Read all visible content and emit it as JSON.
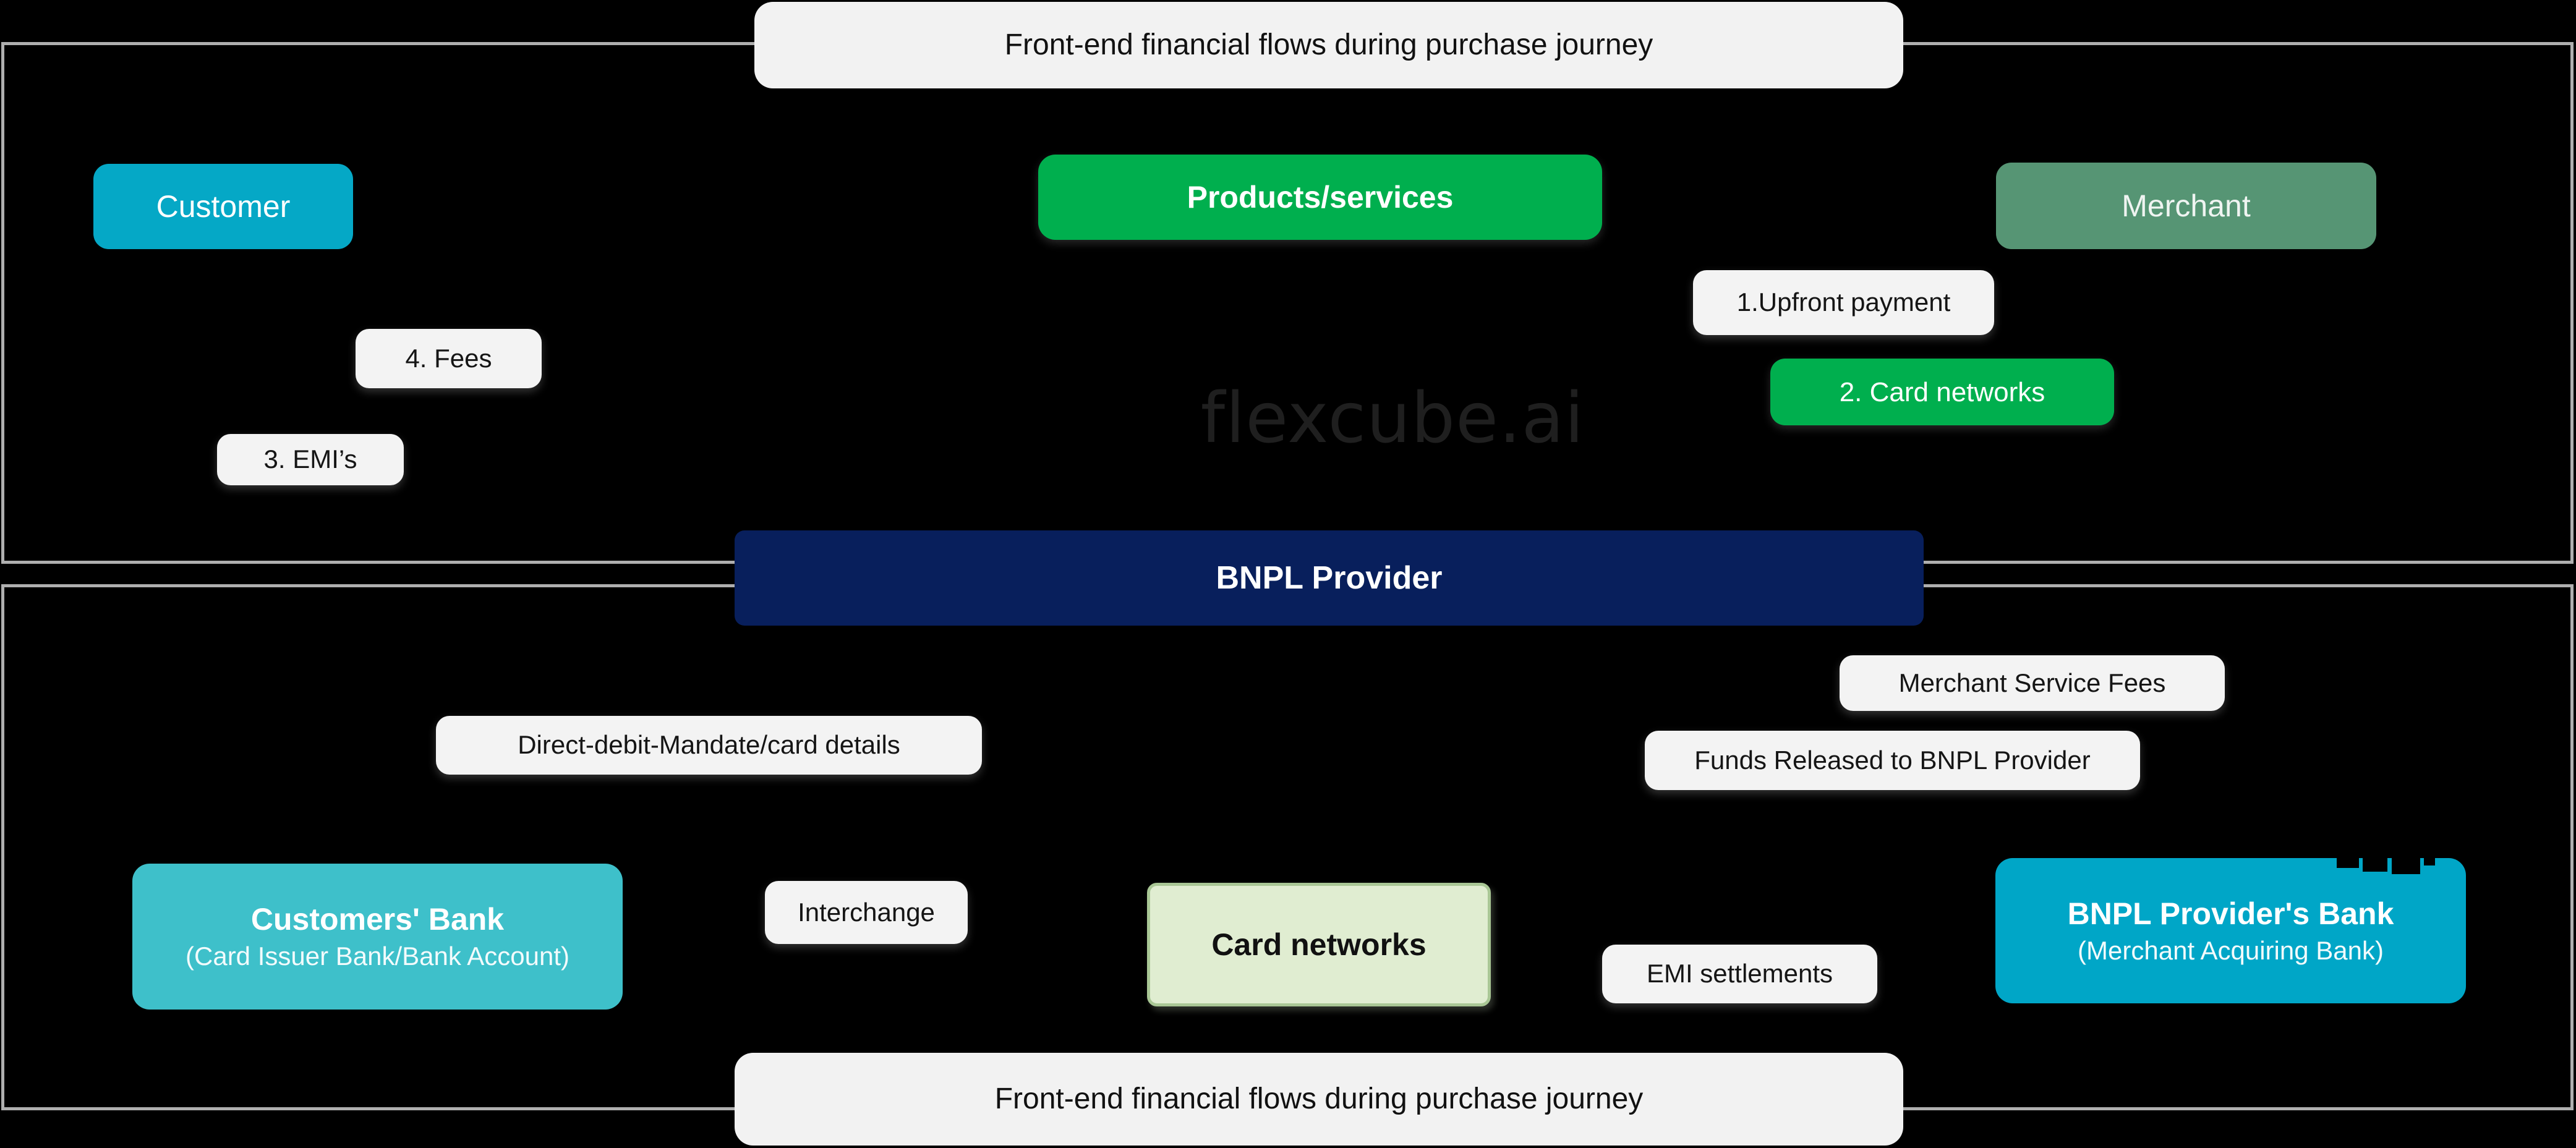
{
  "titles": {
    "top": "Front-end financial flows during purchase journey",
    "bottom": "Front-end financial flows during purchase journey"
  },
  "watermark": "flexcube.ai",
  "colors": {
    "background": "#000000",
    "frame_border": "#AFAFAF",
    "label_bg": "#F3F3F3",
    "customer_cyan": "#05A8C6",
    "green": "#00AF4E",
    "merchant_sage": "#569574",
    "bnpl_navy": "#081F5C",
    "customers_bank_turquoise": "#3EC0CA",
    "bnpl_bank_cyan": "#00A6C7",
    "card_networks_fill": "#E0EDD1",
    "card_networks_border": "#A9C795"
  },
  "top_section": {
    "customer": "Customer",
    "products_services": "Products/services",
    "merchant": "Merchant",
    "upfront_payment": "1.Upfront payment",
    "card_networks_step": "2. Card networks",
    "fees": "4. Fees",
    "emis": "3. EMI’s"
  },
  "bnpl_provider": "BNPL Provider",
  "bottom_section": {
    "merchant_service_fees": "Merchant Service Fees",
    "funds_released": "Funds Released to BNPL Provider",
    "direct_debit_mandate": "Direct-debit-Mandate/card details",
    "customers_bank_title": "Customers' Bank",
    "customers_bank_subtitle": "(Card Issuer Bank/Bank Account)",
    "interchange": "Interchange",
    "card_networks": "Card networks",
    "emi_settlements": "EMI settlements",
    "bnpl_bank_title": "BNPL Provider's Bank",
    "bnpl_bank_subtitle": "(Merchant Acquiring Bank)"
  }
}
